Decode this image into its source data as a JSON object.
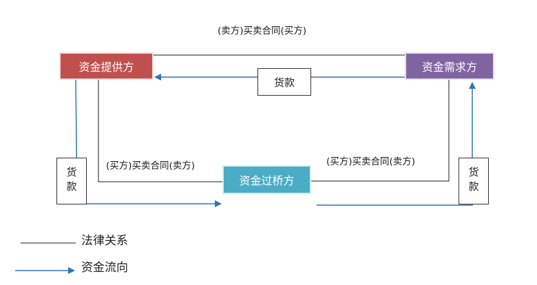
{
  "nodes": {
    "provider": "资金提供方",
    "demander": "资金需求方",
    "bridge": "资金过桥方"
  },
  "contracts": {
    "top": "(卖方)买卖合同(买方)",
    "left": "(买方)买卖合同(卖方)",
    "right": "(买方)买卖合同(卖方)"
  },
  "payments": {
    "top": "货款",
    "left": "货款",
    "right": "货款"
  },
  "legend": {
    "legal_relation": "法律关系",
    "fund_flow": "资金流向"
  },
  "colors": {
    "provider": "#c0504d",
    "demander": "#8064a2",
    "bridge": "#4bacc6",
    "legal_line": "#1a1a1a",
    "fund_arrow": "#2e75b6"
  }
}
